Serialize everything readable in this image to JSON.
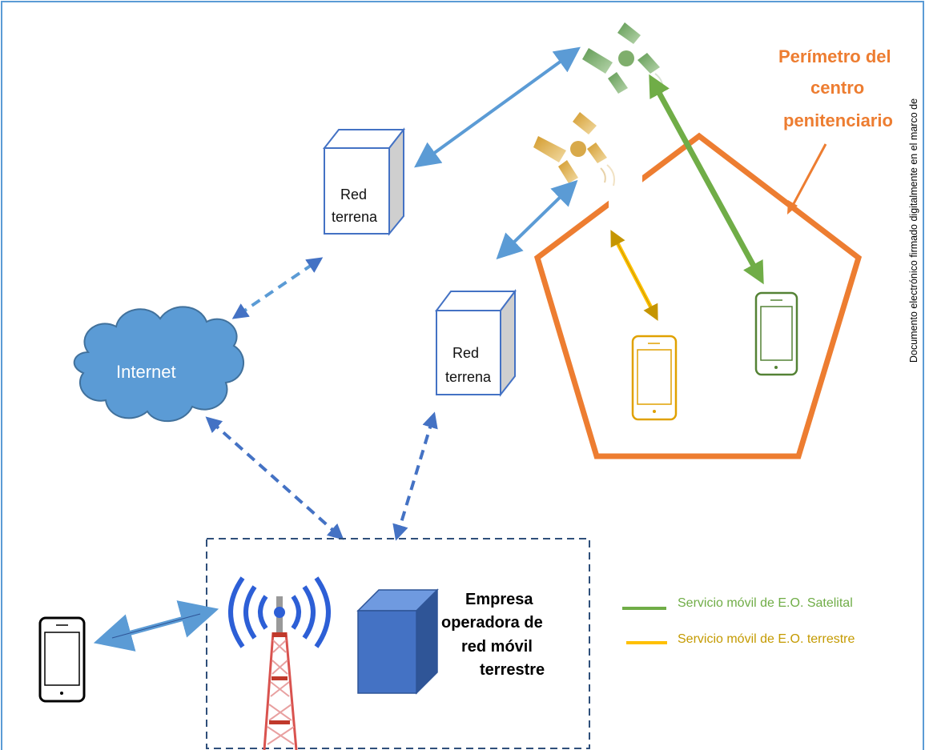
{
  "labels": {
    "internet": "Internet",
    "red_terrena_1_line1": "Red",
    "red_terrena_1_line2": "terrena",
    "red_terrena_2_line1": "Red",
    "red_terrena_2_line2": "terrena",
    "perimeter_line1": "Perímetro del",
    "perimeter_line2": "centro",
    "perimeter_line3": "penitenciario",
    "operator_line1": "Empresa",
    "operator_line2": "operadora de",
    "operator_line3": "red móvil",
    "operator_line4": "terrestre"
  },
  "legend": {
    "satellite": "Servicio móvil de E.O. Satelital",
    "terrestrial": "Servicio móvil de E.O. terrestre"
  },
  "watermark": "Documento electrónico firmado digitalmente en el marco de",
  "colors": {
    "satellite_link": "#70ad47",
    "terrestrial_link": "#ffc000",
    "perimeter": "#ed7d31",
    "network_link": "#5b9bd5",
    "dashed_link": "#4472c4"
  }
}
